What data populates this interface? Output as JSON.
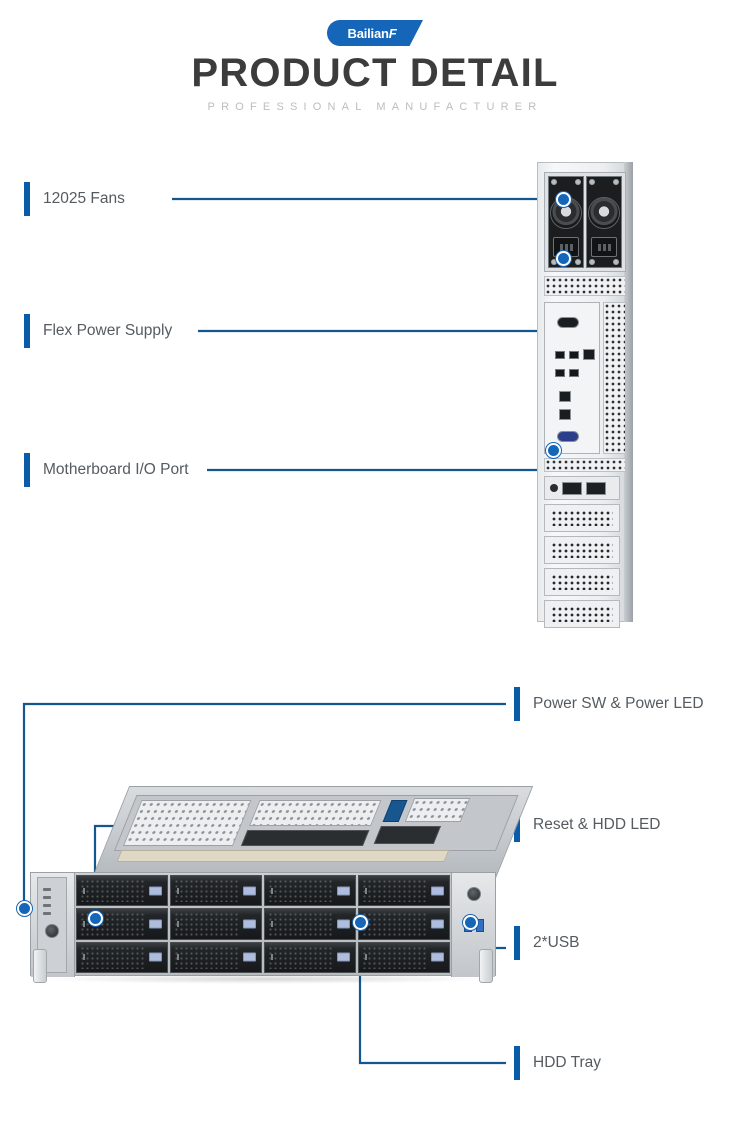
{
  "header": {
    "logo_text": "Bailian",
    "logo_text_italic": "F",
    "title": "PRODUCT DETAIL",
    "subtitle": "PROFESSIONAL MANUFACTURER",
    "badge_color": "#1565b8",
    "title_color": "#3c3c3c",
    "subtitle_color": "#bdbdbd"
  },
  "theme": {
    "accent_blue": "#0b5ca8",
    "dot_blue": "#1565b8",
    "line_blue": "#14578f",
    "label_text": "#555b60"
  },
  "rear_section": {
    "view_name": "rear-view",
    "callouts": [
      {
        "id": "fans",
        "label": "12025 Fans",
        "side": "left"
      },
      {
        "id": "psu",
        "label": "Flex Power Supply",
        "side": "left"
      },
      {
        "id": "io",
        "label": "Motherboard I/O Port",
        "side": "left"
      }
    ]
  },
  "front_section": {
    "view_name": "front-view",
    "callouts": [
      {
        "id": "power-sw",
        "label": "Power SW & Power LED",
        "side": "right"
      },
      {
        "id": "reset",
        "label": "Reset & HDD LED",
        "side": "right"
      },
      {
        "id": "usb",
        "label": "2*USB",
        "side": "right"
      },
      {
        "id": "hdd-tray",
        "label": "HDD Tray",
        "side": "right"
      }
    ],
    "bay_count": 12,
    "bay_columns": 4,
    "bay_rows": 3
  }
}
